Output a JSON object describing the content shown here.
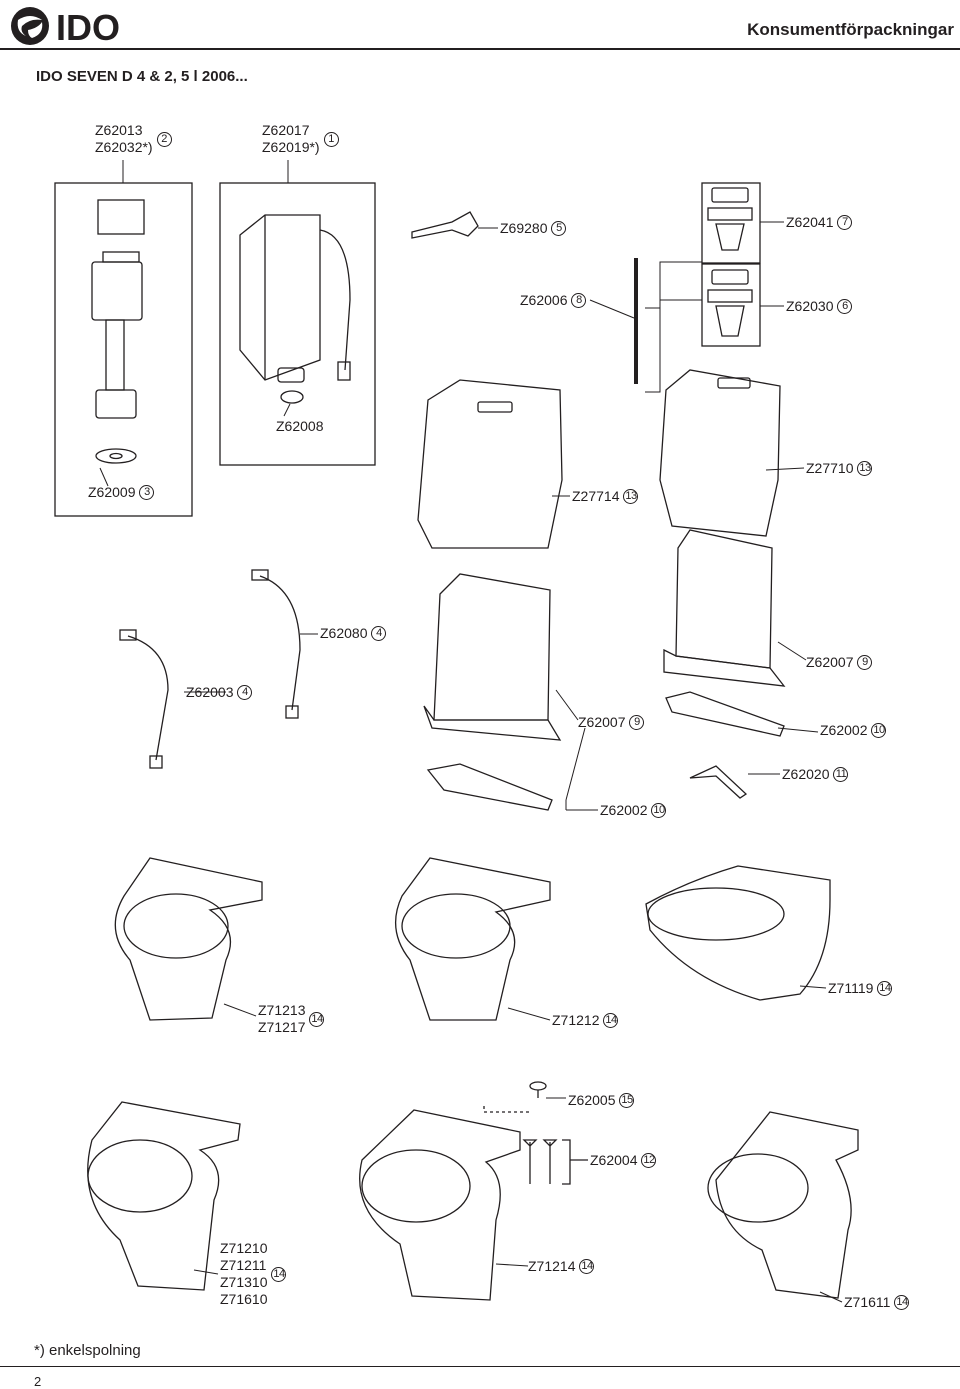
{
  "header": {
    "brand": "IDO",
    "title": "Konsumentförpackningar"
  },
  "page_title": "IDO SEVEN D 4 & 2, 5 l 2006...",
  "labels": {
    "l2": {
      "codes": [
        "Z62013",
        "Z62032*)"
      ],
      "num": "2"
    },
    "l1": {
      "codes": [
        "Z62017",
        "Z62019*)"
      ],
      "num": "1"
    },
    "l5": {
      "codes": [
        "Z69280"
      ],
      "num": "5"
    },
    "l7": {
      "codes": [
        "Z62041"
      ],
      "num": "7"
    },
    "l8": {
      "codes": [
        "Z62006"
      ],
      "num": "8"
    },
    "l6": {
      "codes": [
        "Z62030"
      ],
      "num": "6"
    },
    "lo": {
      "codes": [
        "Z62008"
      ],
      "num": ""
    },
    "l3": {
      "codes": [
        "Z62009"
      ],
      "num": "3"
    },
    "l13a": {
      "codes": [
        "Z27714"
      ],
      "num": "13"
    },
    "l13b": {
      "codes": [
        "Z27710"
      ],
      "num": "13"
    },
    "l4a": {
      "codes": [
        "Z62080"
      ],
      "num": "4"
    },
    "l4b": {
      "codes": [
        "Z62003"
      ],
      "num": "4"
    },
    "l9a": {
      "codes": [
        "Z62007"
      ],
      "num": "9"
    },
    "l9b": {
      "codes": [
        "Z62007"
      ],
      "num": "9"
    },
    "l10a": {
      "codes": [
        "Z62002"
      ],
      "num": "10"
    },
    "l10b": {
      "codes": [
        "Z62002"
      ],
      "num": "10"
    },
    "l11": {
      "codes": [
        "Z62020"
      ],
      "num": "11"
    },
    "l14a": {
      "codes": [
        "Z71213",
        "Z71217"
      ],
      "num": "14"
    },
    "l14b": {
      "codes": [
        "Z71212"
      ],
      "num": "14"
    },
    "l14c": {
      "codes": [
        "Z71119"
      ],
      "num": "14"
    },
    "l15": {
      "codes": [
        "Z62005"
      ],
      "num": "15"
    },
    "l12": {
      "codes": [
        "Z62004"
      ],
      "num": "12"
    },
    "l14d": {
      "codes": [
        "Z71210",
        "Z71211",
        "Z71310",
        "Z71610"
      ],
      "num": "14"
    },
    "l14e": {
      "codes": [
        "Z71214"
      ],
      "num": "14"
    },
    "l14f": {
      "codes": [
        "Z71611"
      ],
      "num": "14"
    }
  },
  "footnote": "*) enkelspolning",
  "page_number": "2"
}
